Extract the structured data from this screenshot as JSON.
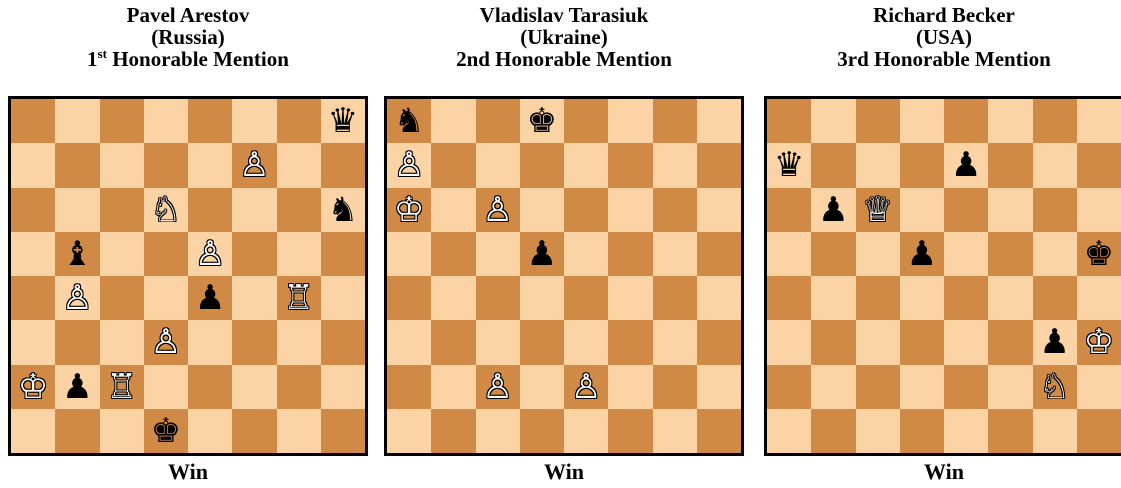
{
  "colors": {
    "light_square": "#fbd3a4",
    "dark_square": "#d18a45",
    "border": "#000000"
  },
  "problems": [
    {
      "composer": "Pavel Arestov",
      "country": "(Russia)",
      "mention_number": "1",
      "mention_suffix": "st",
      "mention_label": " Honorable Mention",
      "result": "Win",
      "pieces": [
        {
          "square": "h8",
          "piece": "queen",
          "color": "black",
          "glyph": "♛"
        },
        {
          "square": "f7",
          "piece": "pawn",
          "color": "white",
          "glyph": "♙"
        },
        {
          "square": "d6",
          "piece": "knight",
          "color": "white",
          "glyph": "♘"
        },
        {
          "square": "h6",
          "piece": "knight",
          "color": "black",
          "glyph": "♞"
        },
        {
          "square": "b5",
          "piece": "bishop",
          "color": "black",
          "glyph": "♝"
        },
        {
          "square": "e5",
          "piece": "pawn",
          "color": "white",
          "glyph": "♙"
        },
        {
          "square": "b4",
          "piece": "pawn",
          "color": "white",
          "glyph": "♙"
        },
        {
          "square": "e4",
          "piece": "pawn",
          "color": "black",
          "glyph": "♟"
        },
        {
          "square": "g4",
          "piece": "rook",
          "color": "white",
          "glyph": "♖"
        },
        {
          "square": "d3",
          "piece": "pawn",
          "color": "white",
          "glyph": "♙"
        },
        {
          "square": "a2",
          "piece": "king",
          "color": "white",
          "glyph": "♔"
        },
        {
          "square": "b2",
          "piece": "pawn",
          "color": "black",
          "glyph": "♟"
        },
        {
          "square": "c2",
          "piece": "rook",
          "color": "white",
          "glyph": "♖"
        },
        {
          "square": "d1",
          "piece": "king",
          "color": "black",
          "glyph": "♚"
        }
      ]
    },
    {
      "composer": "Vladislav Tarasiuk",
      "country": "(Ukraine)",
      "mention_number": "",
      "mention_suffix": "",
      "mention_label": "2nd Honorable Mention",
      "result": "Win",
      "pieces": [
        {
          "square": "a8",
          "piece": "knight",
          "color": "black",
          "glyph": "♞"
        },
        {
          "square": "d8",
          "piece": "king",
          "color": "black",
          "glyph": "♚"
        },
        {
          "square": "a7",
          "piece": "pawn",
          "color": "white",
          "glyph": "♙"
        },
        {
          "square": "a6",
          "piece": "king",
          "color": "white",
          "glyph": "♔"
        },
        {
          "square": "c6",
          "piece": "pawn",
          "color": "white",
          "glyph": "♙"
        },
        {
          "square": "d5",
          "piece": "pawn",
          "color": "black",
          "glyph": "♟"
        },
        {
          "square": "c2",
          "piece": "pawn",
          "color": "white",
          "glyph": "♙"
        },
        {
          "square": "e2",
          "piece": "pawn",
          "color": "white",
          "glyph": "♙"
        }
      ]
    },
    {
      "composer": "Richard Becker",
      "country": "(USA)",
      "mention_number": "",
      "mention_suffix": "",
      "mention_label": "3rd Honorable Mention",
      "result": "Win",
      "pieces": [
        {
          "square": "a7",
          "piece": "queen",
          "color": "black",
          "glyph": "♛"
        },
        {
          "square": "e7",
          "piece": "pawn",
          "color": "black",
          "glyph": "♟"
        },
        {
          "square": "b6",
          "piece": "pawn",
          "color": "black",
          "glyph": "♟"
        },
        {
          "square": "c6",
          "piece": "queen",
          "color": "white",
          "glyph": "♕"
        },
        {
          "square": "d5",
          "piece": "pawn",
          "color": "black",
          "glyph": "♟"
        },
        {
          "square": "h5",
          "piece": "king",
          "color": "black",
          "glyph": "♚"
        },
        {
          "square": "g3",
          "piece": "pawn",
          "color": "black",
          "glyph": "♟"
        },
        {
          "square": "h3",
          "piece": "king",
          "color": "white",
          "glyph": "♔"
        },
        {
          "square": "g2",
          "piece": "knight",
          "color": "white",
          "glyph": "♘"
        }
      ]
    }
  ]
}
